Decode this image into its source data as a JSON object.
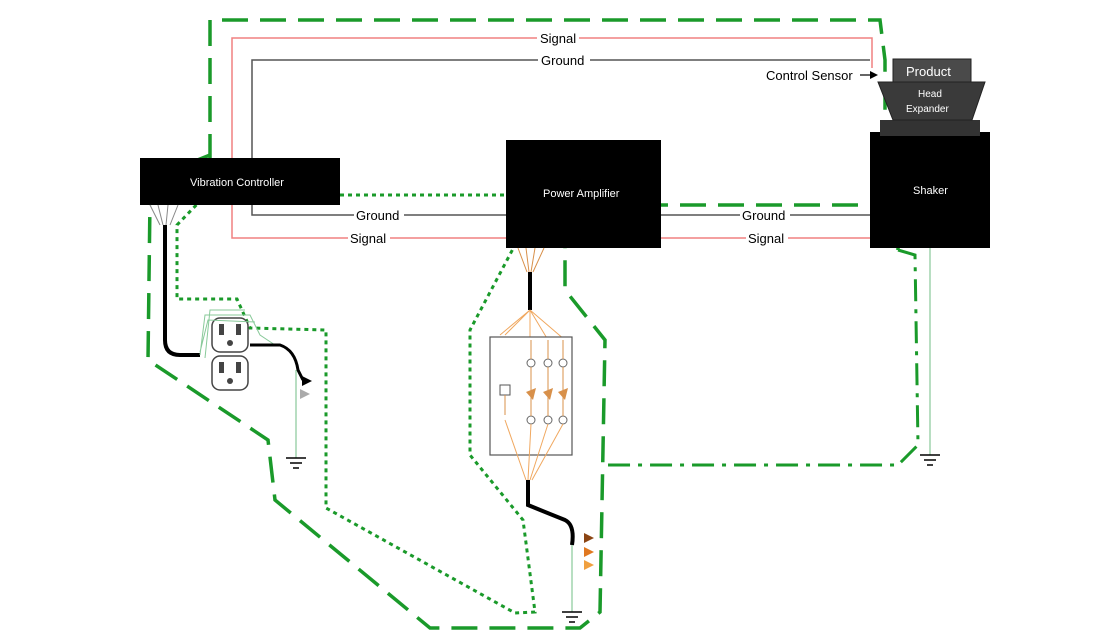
{
  "boxes": {
    "vibration_controller": "Vibration Controller",
    "power_amplifier": "Power Amplifier",
    "shaker": "Shaker",
    "product": "Product",
    "head_expander_line1": "Head",
    "head_expander_line2": "Expander"
  },
  "labels": {
    "signal_top": "Signal",
    "ground_top": "Ground",
    "control_sensor": "Control Sensor",
    "ground_left": "Ground",
    "signal_left": "Signal",
    "ground_right": "Ground",
    "signal_right": "Signal"
  },
  "colors": {
    "signal_wire": "#f08080",
    "ground_wire": "#555555",
    "green_loop": "#1a9a2a",
    "box_fill": "#000000",
    "earth_wire": "#88c999"
  }
}
